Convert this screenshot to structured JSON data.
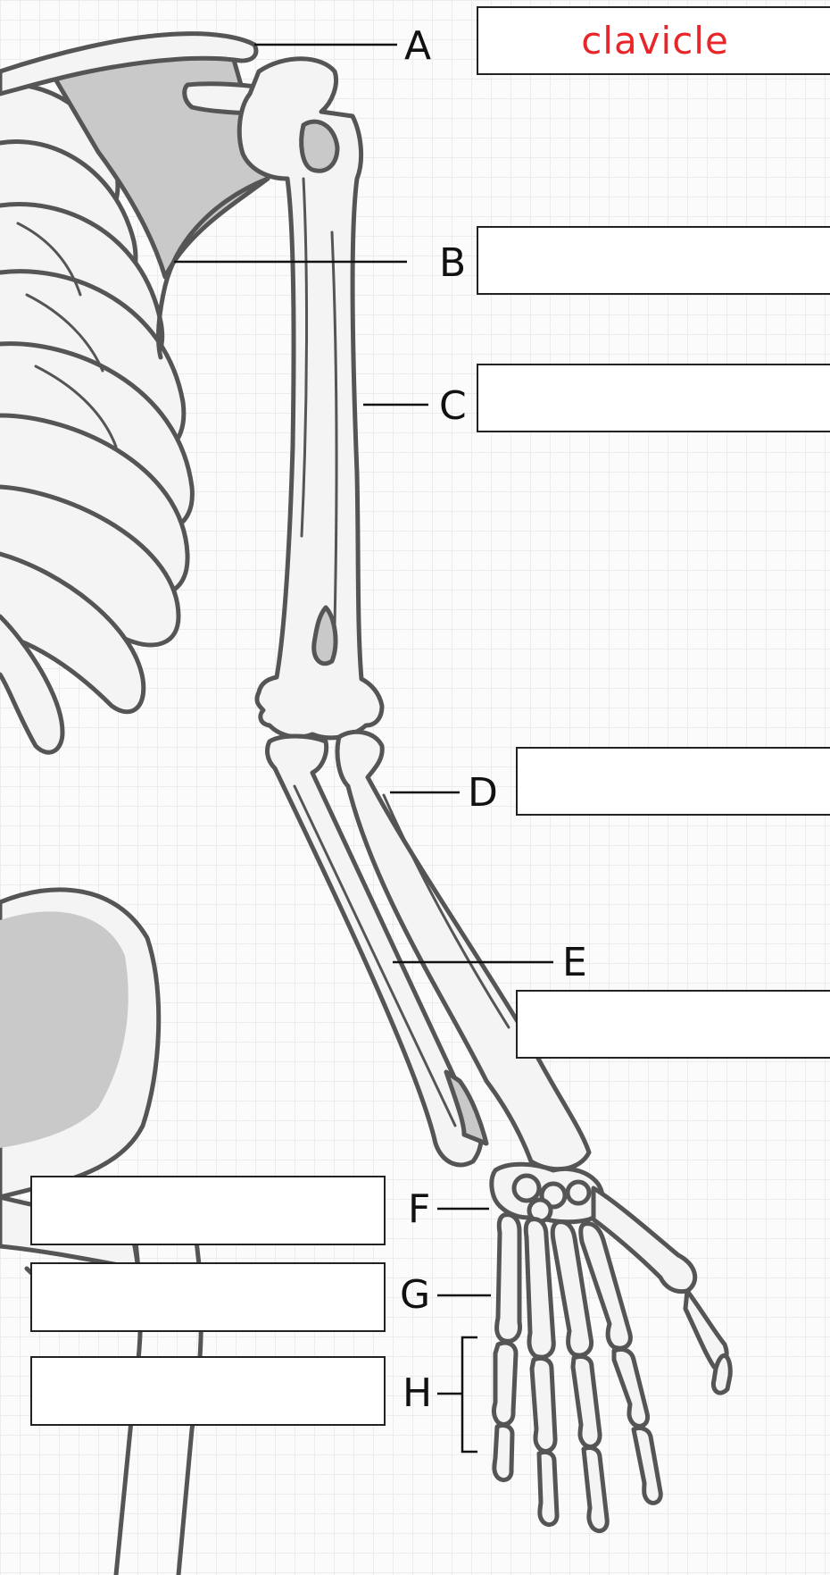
{
  "labels": {
    "A": {
      "letter": "A",
      "answer": "clavicle"
    },
    "B": {
      "letter": "B",
      "answer": ""
    },
    "C": {
      "letter": "C",
      "answer": ""
    },
    "D": {
      "letter": "D",
      "answer": ""
    },
    "E": {
      "letter": "E",
      "answer": ""
    },
    "F": {
      "letter": "F",
      "answer": ""
    },
    "G": {
      "letter": "G",
      "answer": ""
    },
    "H": {
      "letter": "H",
      "answer": ""
    }
  },
  "colors": {
    "answer_text": "#e8262a",
    "bone_fill": "#f4f4f4",
    "bone_shade": "#c9c9c9",
    "bone_outline": "#555555",
    "grid": "#ececec"
  }
}
